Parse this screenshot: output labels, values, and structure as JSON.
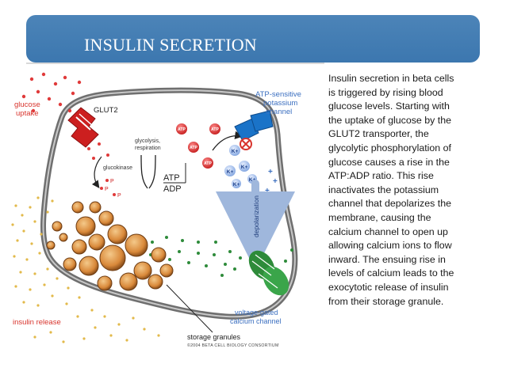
{
  "slide": {
    "title": "INSULIN SECRETION",
    "body_lines": [
      "Insulin secretion in beta cells",
      "is triggered by rising blood",
      "glucose levels. Starting with",
      "the uptake of glucose by the",
      "GLUT2 transporter, the",
      "glycolytic phosphorylation of",
      "glucose causes a rise in the",
      "ATP:ADP ratio. This rise",
      "inactivates the potassium",
      "channel that depolarizes the",
      "membrane, causing the",
      "calcium channel to open up",
      "allowing calcium ions to flow",
      "inward. The ensuing rise in",
      "levels of calcium leads to the",
      "exocytotic release of insulin",
      "from their storage granule."
    ]
  },
  "diagram": {
    "labels": {
      "glucose_uptake_1": "glucose",
      "glucose_uptake_2": "uptake",
      "glut2": "GLUT2",
      "glycolysis_1": "glycolysis,",
      "glycolysis_2": "respiration",
      "glucokinase": "glucokinase",
      "atp": "ATP",
      "adp": "ADP",
      "atp_channel_1": "ATP-sensitive",
      "atp_channel_2": "potassium",
      "atp_channel_3": "channel",
      "depolarization": "depolarization",
      "insulin_release": "insulin release",
      "vg_channel_1": "voltage-gated",
      "vg_channel_2": "calcium channel",
      "storage_granules": "storage granules",
      "copyright": "©2004 BETA CELL BIOLOGY CONSORTIUM",
      "atp_bubble": "ATP",
      "k_ion": "K+",
      "p": "P",
      "ca_plus": "+"
    },
    "colors": {
      "header": "#3f7ab2",
      "label_red": "#d8342d",
      "label_blue": "#3b6fc0",
      "glut2_red": "#cc1f1f",
      "k_channel_blue": "#1a73c8",
      "ca_channel_green": "#2e8b3a",
      "granule_orange": "#d9893a",
      "k_ion_blue": "#8fb2e8"
    }
  }
}
